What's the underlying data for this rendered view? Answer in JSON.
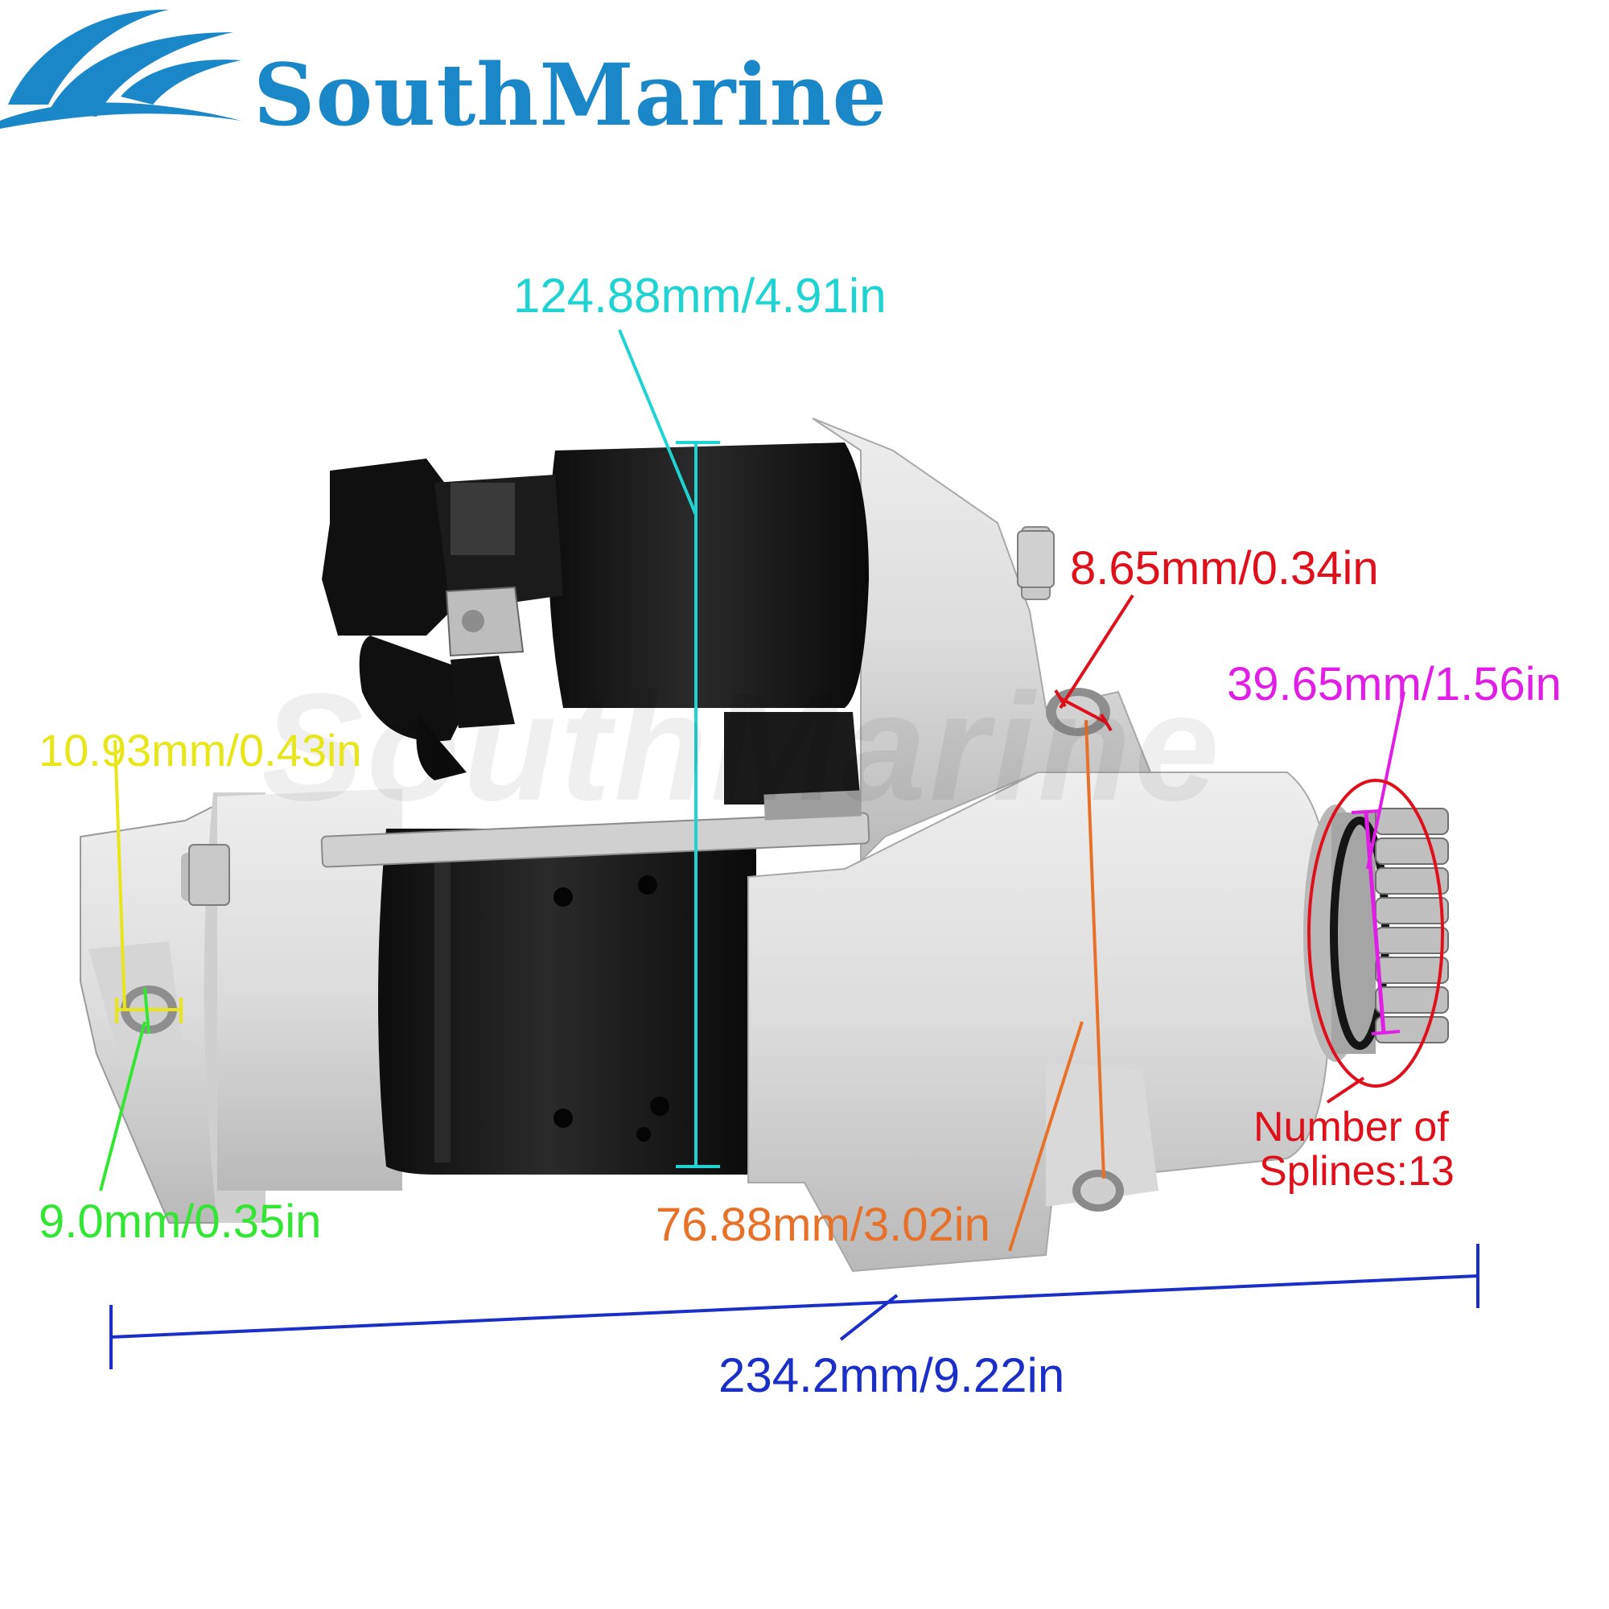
{
  "brand": {
    "name": "SouthMarine",
    "color": "#1a87c8",
    "logo_icon": "wave-logo-icon"
  },
  "watermark": "SouthMarine",
  "dimensions": {
    "height": {
      "text": "124.88mm/4.91in",
      "color": "#1fd3d3"
    },
    "mount_hole_top": {
      "text": "8.65mm/0.34in",
      "color": "#e0101a"
    },
    "pinion_diameter": {
      "text": "39.65mm/1.56in",
      "color": "#e01ee6"
    },
    "left_hole_width": {
      "text": "10.93mm/0.43in",
      "color": "#e8e618"
    },
    "left_hole_height": {
      "text": "9.0mm/0.35in",
      "color": "#33e633"
    },
    "hole_spacing": {
      "text": "76.88mm/3.02in",
      "color": "#e8712a"
    },
    "splines": {
      "line1": "Number of",
      "line2": "Splines:13",
      "color": "#e0101a"
    },
    "length": {
      "text": "234.2mm/9.22in",
      "color": "#1a2ec8"
    }
  }
}
